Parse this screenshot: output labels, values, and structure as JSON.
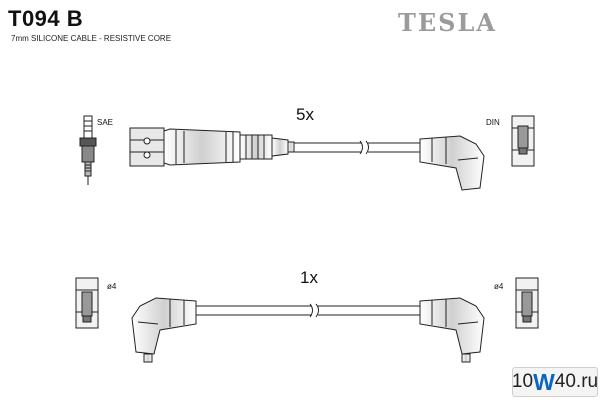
{
  "header": {
    "part_number": "T094 B",
    "description": "7mm SILICONE CABLE - RESISTIVE CORE",
    "brand": "TESLA"
  },
  "upper_set": {
    "quantity": "5x",
    "left_connector": "SAE",
    "right_connector": "DIN"
  },
  "lower_set": {
    "quantity": "1x",
    "left_terminal": "ø4",
    "right_terminal": "ø4"
  },
  "watermark": {
    "prefix": "10",
    "highlight": "W",
    "suffix": "40.ru"
  }
}
